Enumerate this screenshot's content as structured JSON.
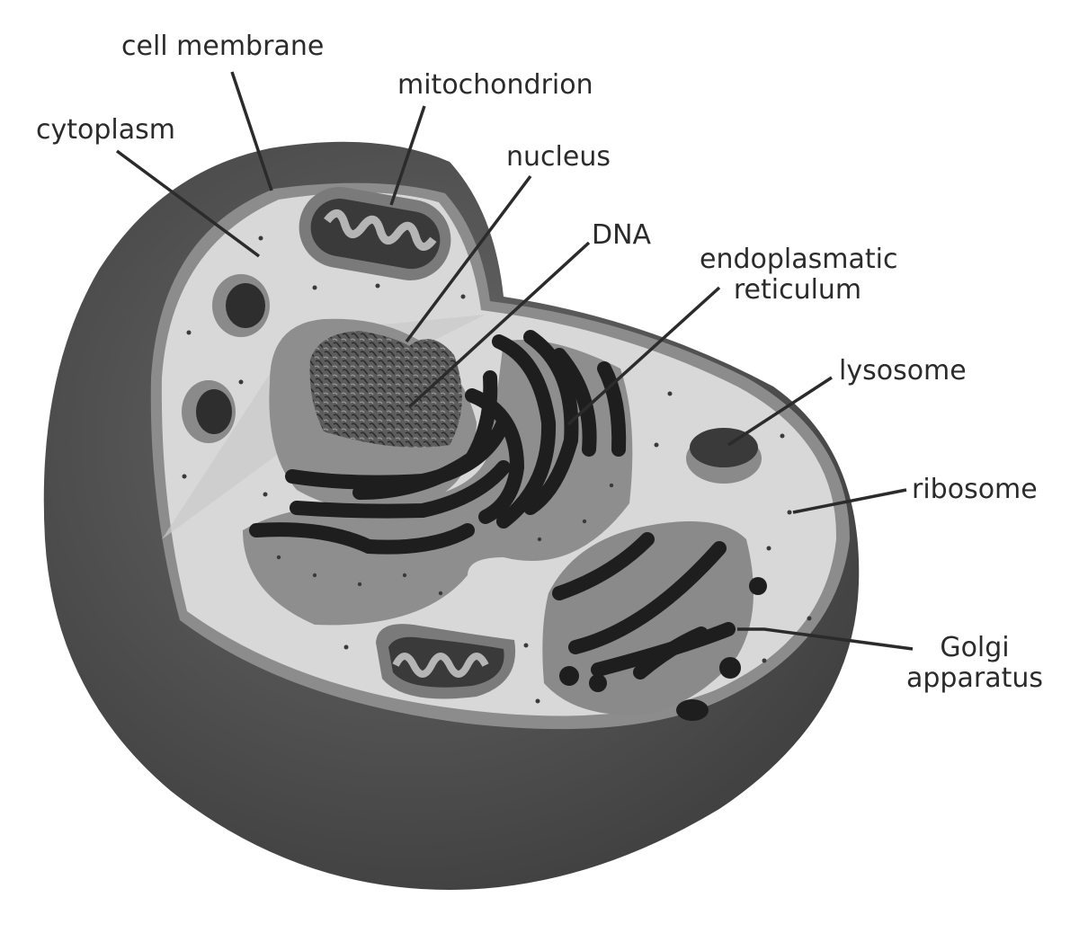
{
  "labels": {
    "cell_membrane": "cell membrane",
    "mitochondrion": "mitochondrion",
    "cytoplasm": "cytoplasm",
    "nucleus": "nucleus",
    "dna": "DNA",
    "er_line1": "endoplasmatic",
    "er_line2": "reticulum",
    "lysosome": "lysosome",
    "ribosome": "ribosome",
    "golgi_line1": "Golgi",
    "golgi_line2": "apparatus"
  },
  "colors": {
    "outer_shell": "#4a4a4a",
    "membrane_rim": "#8c8c8c",
    "cytoplasm": "#d6d6d6",
    "organelle_mid": "#8e8e8e",
    "organelle_dark": "#1e1e1e",
    "leader_line": "#2b2b2b"
  }
}
